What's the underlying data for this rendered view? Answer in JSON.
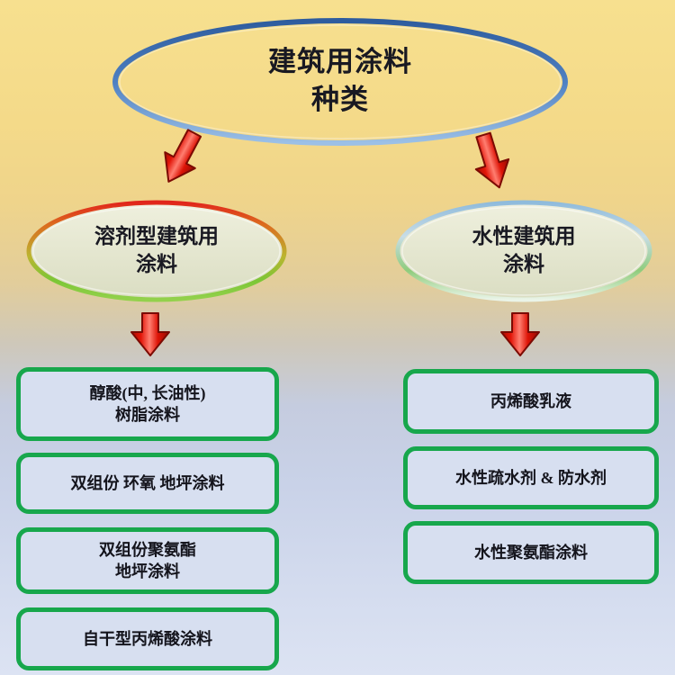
{
  "diagram": {
    "root": {
      "label": "建筑用涂料\n种类"
    },
    "branches": [
      {
        "id": "solvent-based",
        "label": "溶剂型建筑用\n涂料",
        "items": [
          {
            "label": "醇酸(中, 长油性)\n树脂涂料"
          },
          {
            "label": "双组份 环氧 地坪涂料"
          },
          {
            "label": "双组份聚氨酯\n地坪涂料"
          },
          {
            "label": "自干型丙烯酸涂料"
          }
        ]
      },
      {
        "id": "water-based",
        "label": "水性建筑用\n涂料",
        "items": [
          {
            "label": "丙烯酸乳液"
          },
          {
            "label": "水性疏水剂 & 防水剂"
          },
          {
            "label": "水性聚氨酯涂料"
          }
        ]
      }
    ],
    "colors": {
      "background_top": "#F6DE8D",
      "background_bottom": "#DCE3F3",
      "root_outline_blue": "#4E7FC0",
      "solvent_outline_top_red": "#E1251B",
      "solvent_outline_bottom_green": "#8ED04A",
      "water_outline_top_blue": "#8FBBDC",
      "water_outline_green": "#8FCC7C",
      "branch_fill": "#E9EAD6",
      "leaf_border_green": "#17A74C",
      "leaf_fill": "#D7DFF0",
      "arrow_red": "#E21508",
      "text": "#191922"
    }
  }
}
